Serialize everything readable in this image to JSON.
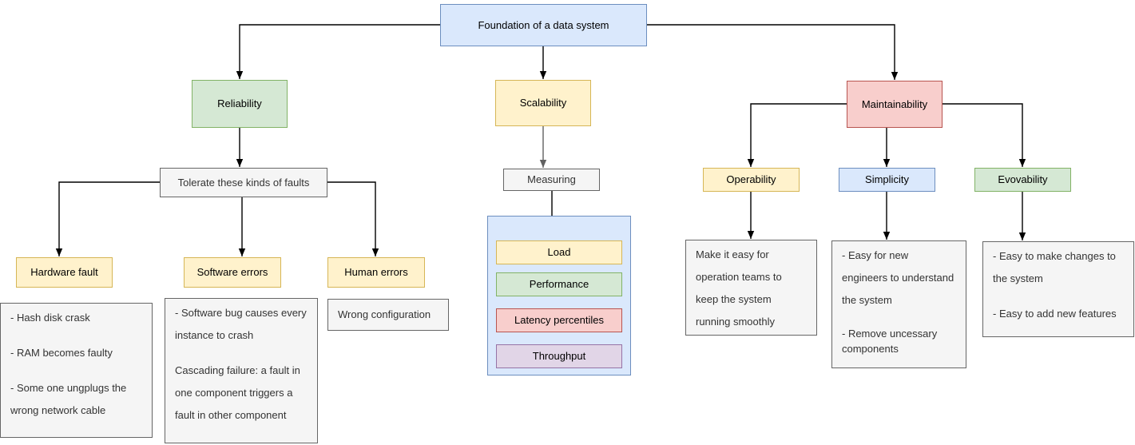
{
  "diagram_title": "Foundation of a data system",
  "root": {
    "label": "Foundation of a data system"
  },
  "reliability": {
    "label": "Reliability",
    "tolerate": {
      "label": "Tolerate these kinds of faults"
    },
    "hardware": {
      "label": "Hardware fault",
      "notes": [
        "- Hash disk crask",
        "- RAM becomes faulty",
        "- Some one ungplugs the wrong network cable"
      ]
    },
    "software": {
      "label": "Software errors",
      "notes": [
        "- Software bug causes every instance to crash",
        "Cascading failure: a fault in one component triggers a fault in other component"
      ]
    },
    "human": {
      "label": "Human errors",
      "notes": [
        "Wrong configuration"
      ]
    }
  },
  "scalability": {
    "label": "Scalability",
    "measuring": {
      "label": "Measuring"
    },
    "metrics": [
      {
        "label": "Load",
        "color": "yellow"
      },
      {
        "label": "Performance",
        "color": "green"
      },
      {
        "label": "Latency percentiles",
        "color": "red"
      },
      {
        "label": "Throughput",
        "color": "purple"
      }
    ]
  },
  "maintainability": {
    "label": "Maintainability",
    "children": [
      {
        "label": "Operability",
        "color": "yellow",
        "notes": [
          "Make it easy for operation teams to keep the system running smoothly"
        ]
      },
      {
        "label": "Simplicity",
        "color": "blue",
        "notes": [
          "- Easy for new engineers to understand the system",
          "- Remove uncessary components"
        ]
      },
      {
        "label": "Evovability",
        "color": "green",
        "notes": [
          "- Easy to make changes to the system",
          "- Easy to add new features"
        ]
      }
    ]
  },
  "palette": {
    "blue-fill": "#dae8fc",
    "blue-stroke": "#6c8ebf",
    "green-fill": "#d5e8d4",
    "green-stroke": "#82b366",
    "yellow-fill": "#fff2cc",
    "yellow-stroke": "#d6b656",
    "red-fill": "#f8cecc",
    "red-stroke": "#b85450",
    "purple-fill": "#e1d5e7",
    "purple-stroke": "#9673a6",
    "gray-fill": "#f5f5f5",
    "gray-stroke": "#666666",
    "edge-black": "#000000",
    "edge-gray": "#616161"
  }
}
